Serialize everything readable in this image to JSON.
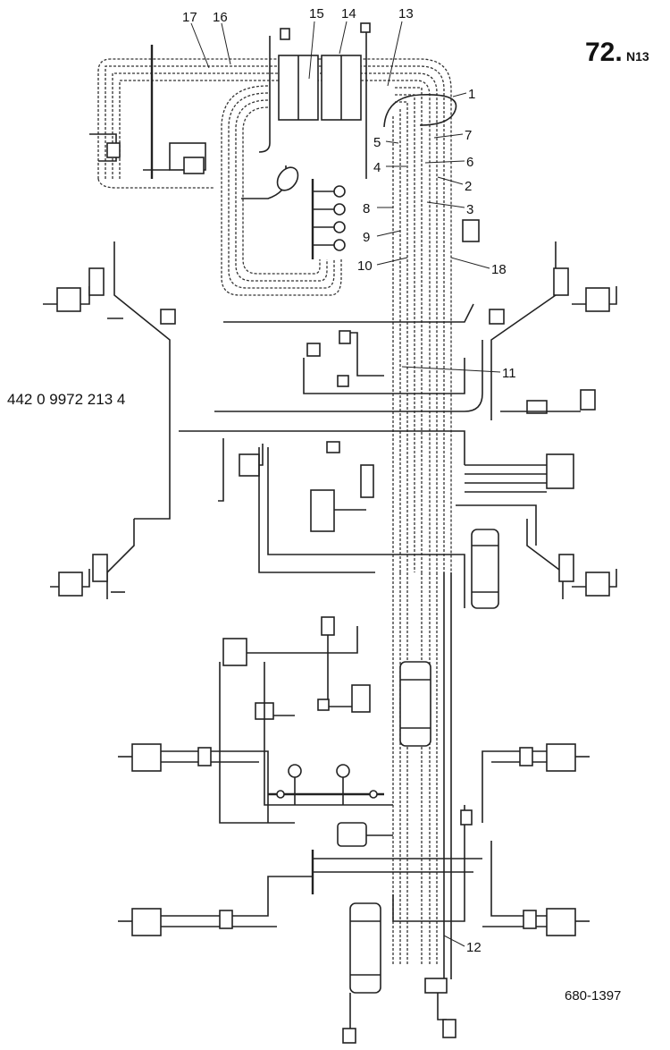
{
  "header": {
    "page_number": "72.",
    "page_suffix": "N13"
  },
  "part_number": "442 0 9972 213 4",
  "figure_ref": "680-1397",
  "callouts": [
    "1",
    "2",
    "3",
    "4",
    "5",
    "6",
    "7",
    "8",
    "9",
    "10",
    "11",
    "12",
    "13",
    "14",
    "15",
    "16",
    "17",
    "18"
  ]
}
